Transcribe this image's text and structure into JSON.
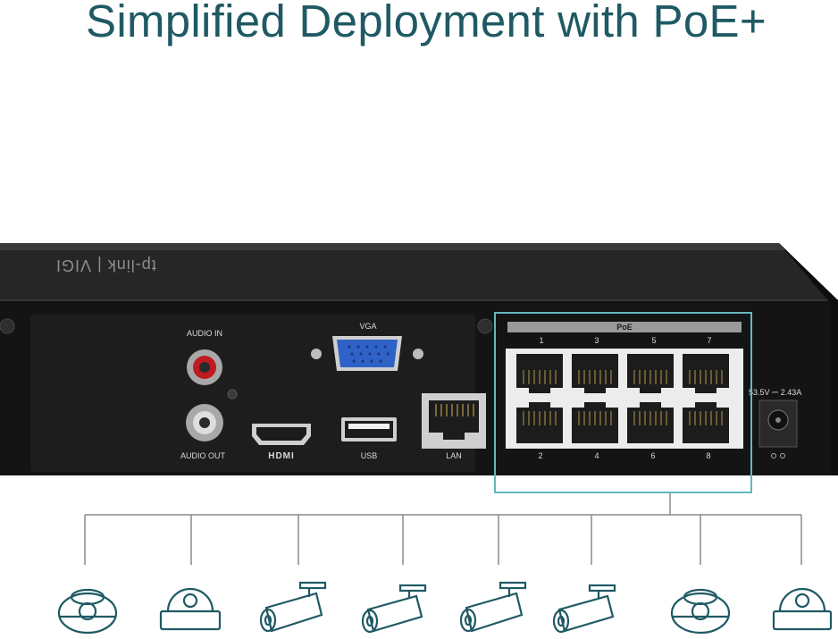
{
  "headline": "Simplified Deployment with PoE+",
  "device": {
    "brand": "tp-link | VIGI",
    "labels": {
      "audio_in": "AUDIO IN",
      "audio_out": "AUDIO OUT",
      "vga": "VGA",
      "hdmi": "HDMI",
      "usb": "USB",
      "lan": "LAN",
      "poe": "PoE",
      "power_rating": "53.5V ⎓ 2.43A"
    },
    "ports_top": [
      "1",
      "3",
      "5",
      "7"
    ],
    "ports_bottom": [
      "2",
      "4",
      "6",
      "8"
    ]
  },
  "cameras": [
    {
      "type": "dome-camera"
    },
    {
      "type": "turret-camera"
    },
    {
      "type": "bullet-camera"
    },
    {
      "type": "bullet-camera"
    },
    {
      "type": "bullet-camera"
    },
    {
      "type": "bullet-camera"
    },
    {
      "type": "dome-camera"
    },
    {
      "type": "turret-camera"
    }
  ],
  "colors": {
    "headline": "#1f5a64",
    "highlight": "#64b8c0",
    "device_body": "#1c1c1c",
    "port_panel": "#ececec",
    "vga_port": "#2f62c7",
    "audio_in_ring": "#d11f25"
  }
}
